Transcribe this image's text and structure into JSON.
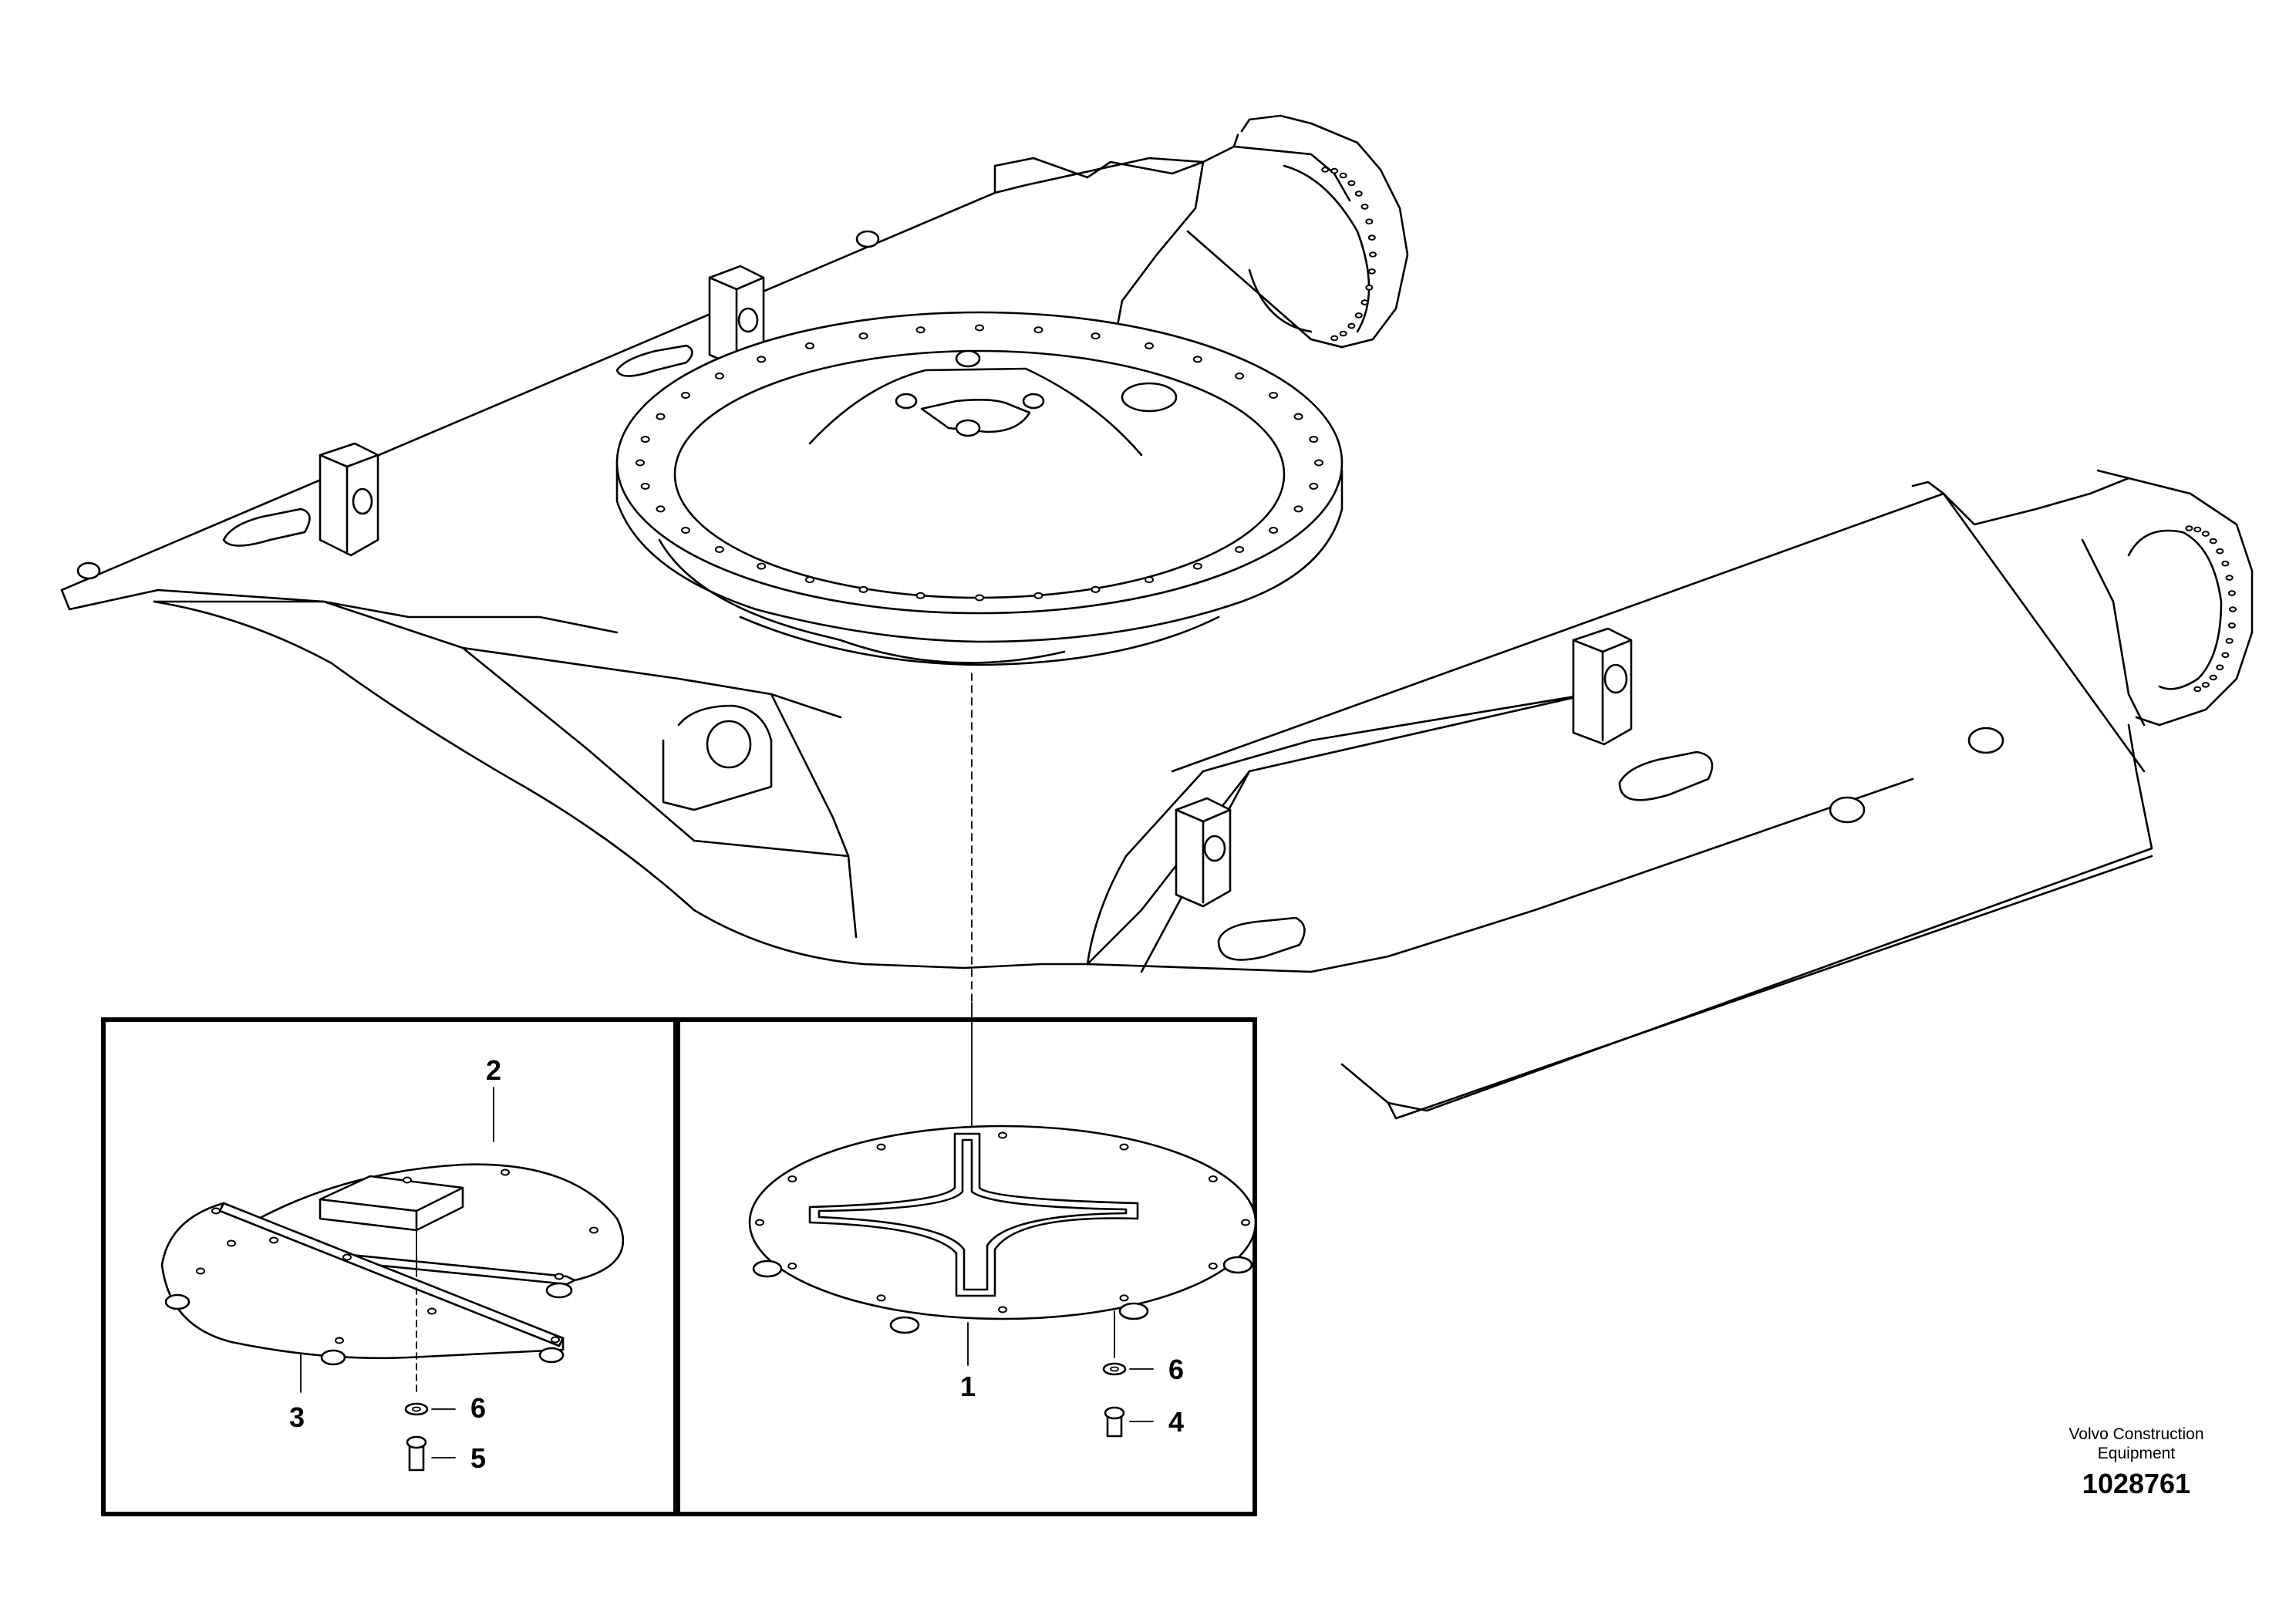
{
  "callouts": {
    "c1": "1",
    "c2": "2",
    "c3": "3",
    "c4": "4",
    "c5": "5",
    "c6a": "6",
    "c6b": "6"
  },
  "footer": {
    "brand_line1": "Volvo Construction",
    "brand_line2": "Equipment",
    "doc_number": "1028761"
  }
}
